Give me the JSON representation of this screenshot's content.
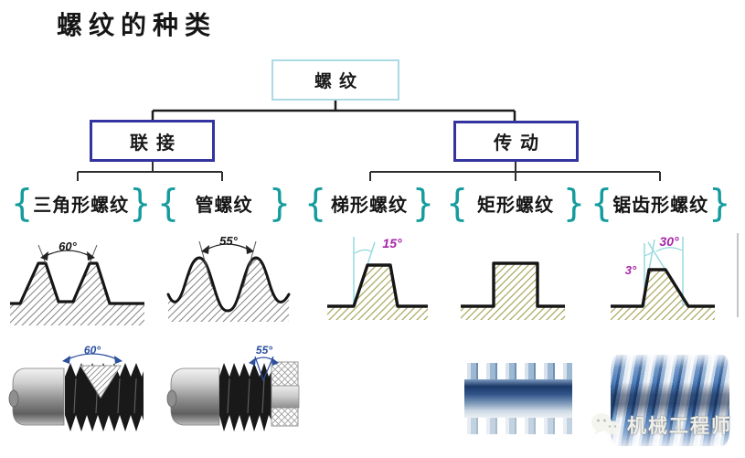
{
  "title": "螺纹的种类",
  "glyphs": {
    "brace_open": "{",
    "brace_close": "}"
  },
  "tree": {
    "root": "螺纹",
    "branches": [
      {
        "label": "联接"
      },
      {
        "label": "传动"
      }
    ],
    "leaves": [
      {
        "label": "三角形螺纹"
      },
      {
        "label": "管螺纹"
      },
      {
        "label": "梯形螺纹"
      },
      {
        "label": "矩形螺纹"
      },
      {
        "label": "锯齿形螺纹"
      }
    ]
  },
  "profiles": {
    "triangular": {
      "angle": "60°"
    },
    "pipe": {
      "angle": "55°"
    },
    "trapezoidal": {
      "angle": "15°"
    },
    "buttress": {
      "angle_flank": "30°",
      "angle_back": "3°"
    }
  },
  "models": {
    "triangular": {
      "angle": "60°"
    },
    "pipe": {
      "angle": "55°"
    }
  },
  "watermark": {
    "brand": "机械工程师"
  },
  "colors": {
    "root_box_border": "#aadbe4",
    "branch_box_border": "#3434a0",
    "brace": "#149b9d",
    "angle_magenta": "#a825a8",
    "angle_blue": "#2c4f9e",
    "guide_cyan": "#8fd8dc",
    "hatch_gray": "#8a8a8a",
    "hatch_olive": "#a8a85e"
  }
}
